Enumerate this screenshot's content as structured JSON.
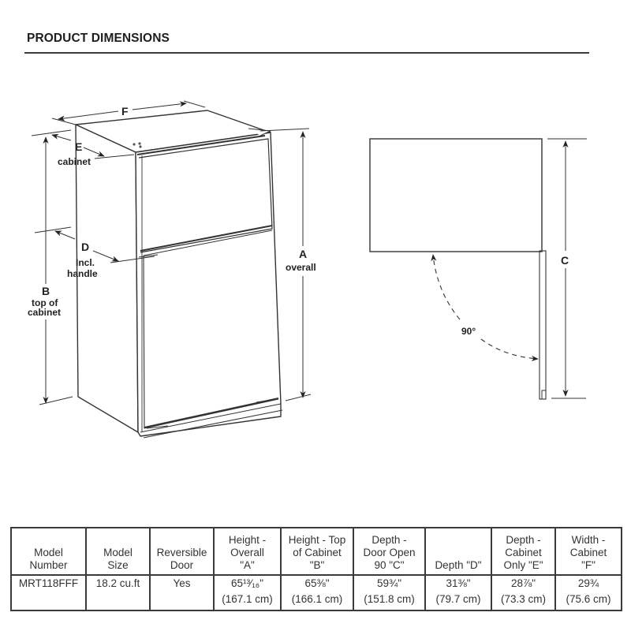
{
  "header": {
    "title": "PRODUCT DIMENSIONS"
  },
  "diagram": {
    "front_view": {
      "labels": {
        "F": "F",
        "E": "E",
        "E_sub": "cabinet",
        "D": "D",
        "D_sub1": "Incl.",
        "D_sub2": "handle",
        "B": "B",
        "B_sub1": "top of",
        "B_sub2": "cabinet",
        "A": "A",
        "A_sub": "overall"
      }
    },
    "top_view": {
      "labels": {
        "C": "C",
        "angle": "90°"
      }
    }
  },
  "table": {
    "headers": [
      "Model\nNumber",
      "Model\nSize",
      "Reversible\nDoor",
      "Height -\nOverall\n\"A\"",
      "Height - Top\nof Cabinet\n\"B\"",
      "Depth -\nDoor Open\n90 \"C\"",
      "Depth \"D\"",
      "Depth -\nCabinet\nOnly \"E\"",
      "Width -\nCabinet\n\"F\""
    ],
    "rows": [
      {
        "model_number": "MRT118FFF",
        "model_size": "18.2 cu.ft",
        "reversible_door": "Yes",
        "height_overall_in": "65¹³⁄₁₆\"",
        "height_overall_cm": "(167.1 cm)",
        "height_top_in": "65⅜\"",
        "height_top_cm": "(166.1 cm)",
        "depth_door_open_in": "59¾\"",
        "depth_door_open_cm": "(151.8 cm)",
        "depth_d_in": "31⅜\"",
        "depth_d_cm": "(79.7 cm)",
        "depth_cabinet_in": "28⅞\"",
        "depth_cabinet_cm": "(73.3 cm)",
        "width_cabinet_in": "29¾",
        "width_cabinet_cm": "(75.6 cm)"
      }
    ]
  }
}
